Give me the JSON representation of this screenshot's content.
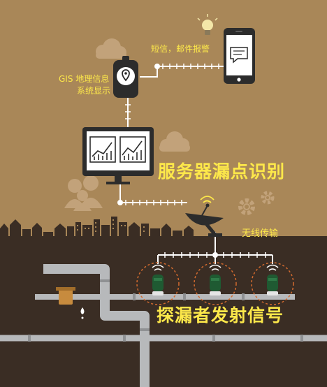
{
  "labels": {
    "sms_alert": "短信，邮件报警",
    "gis_line1": "GIS 地理信息",
    "gis_line2": "系统显示",
    "server": "服务器漏点识别",
    "wireless": "无线传输",
    "detector": "探漏者发射信号"
  },
  "colors": {
    "sky": "#a98758",
    "ground": "#3a2d24",
    "text": "#fde84a",
    "device": "#2c2c2c",
    "pipe": "#b7b9bb",
    "sensor": "#1f5a32",
    "ring": "#d36b2f"
  }
}
